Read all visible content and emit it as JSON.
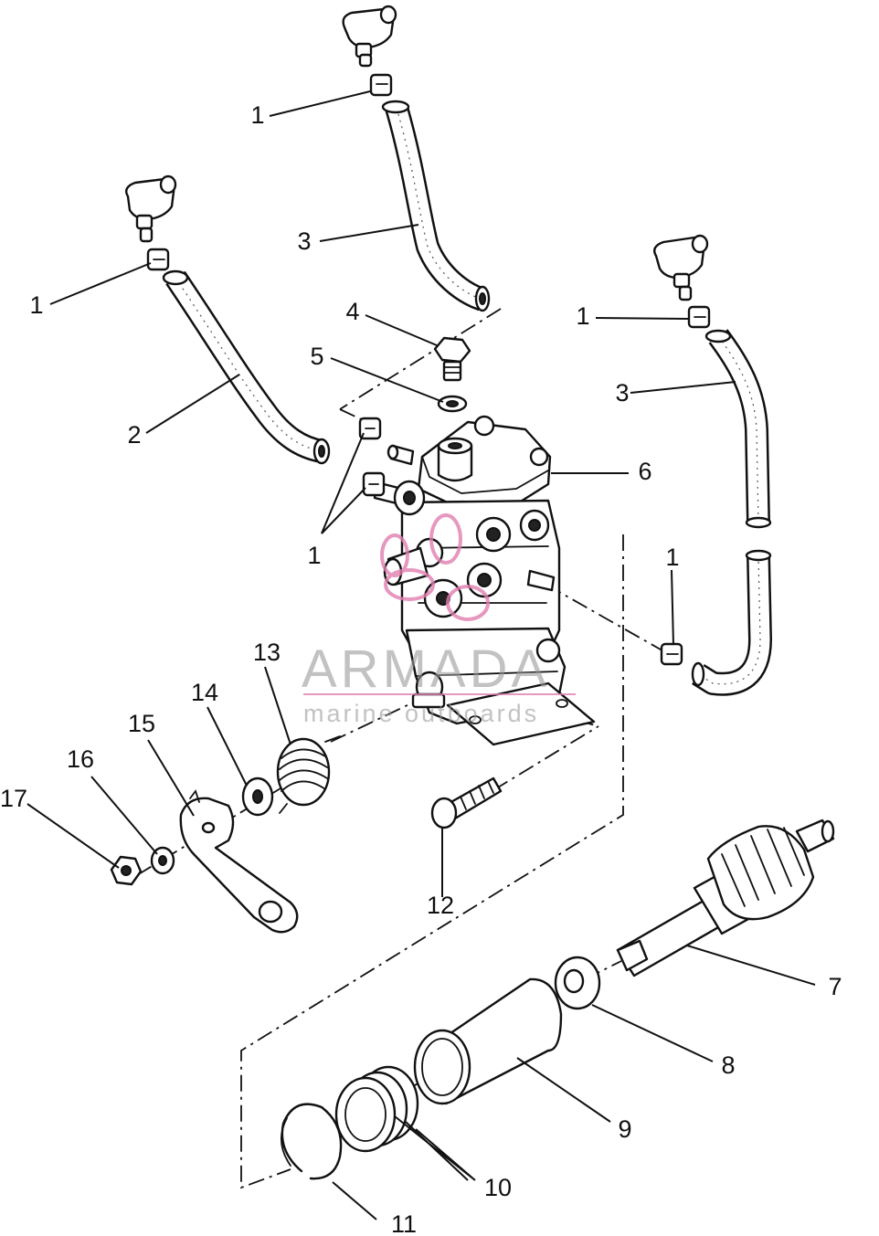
{
  "callouts": {
    "c1a": "1",
    "c1b": "1",
    "c1c": "1",
    "c1d": "1",
    "c1e": "1",
    "c2": "2",
    "c3a": "3",
    "c3b": "3",
    "c4": "4",
    "c5": "5",
    "c6": "6",
    "c7": "7",
    "c8": "8",
    "c9": "9",
    "c10": "10",
    "c11": "11",
    "c12": "12",
    "c13": "13",
    "c14": "14",
    "c15": "15",
    "c16": "16",
    "c17": "17"
  },
  "watermark": {
    "brand": "ARMADA",
    "tagline": "marine outboards",
    "logo_color": "#e07fb0"
  }
}
